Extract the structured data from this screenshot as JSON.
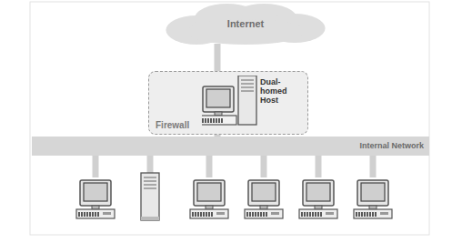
{
  "diagram": {
    "nodes": [
      {
        "text": [
          "Internet"
        ]
      },
      {
        "text": [
          "Firewall"
        ]
      },
      {
        "text": [
          "Dual-homed Host"
        ],
        "in": 1
      },
      {
        "text": [
          "Internal Network"
        ]
      }
    ],
    "edges": [
      {
        "from": 0,
        "to": 2,
        "arrow": "none"
      },
      {
        "from": 2,
        "to": 3,
        "arrow": "none"
      }
    ]
  }
}
